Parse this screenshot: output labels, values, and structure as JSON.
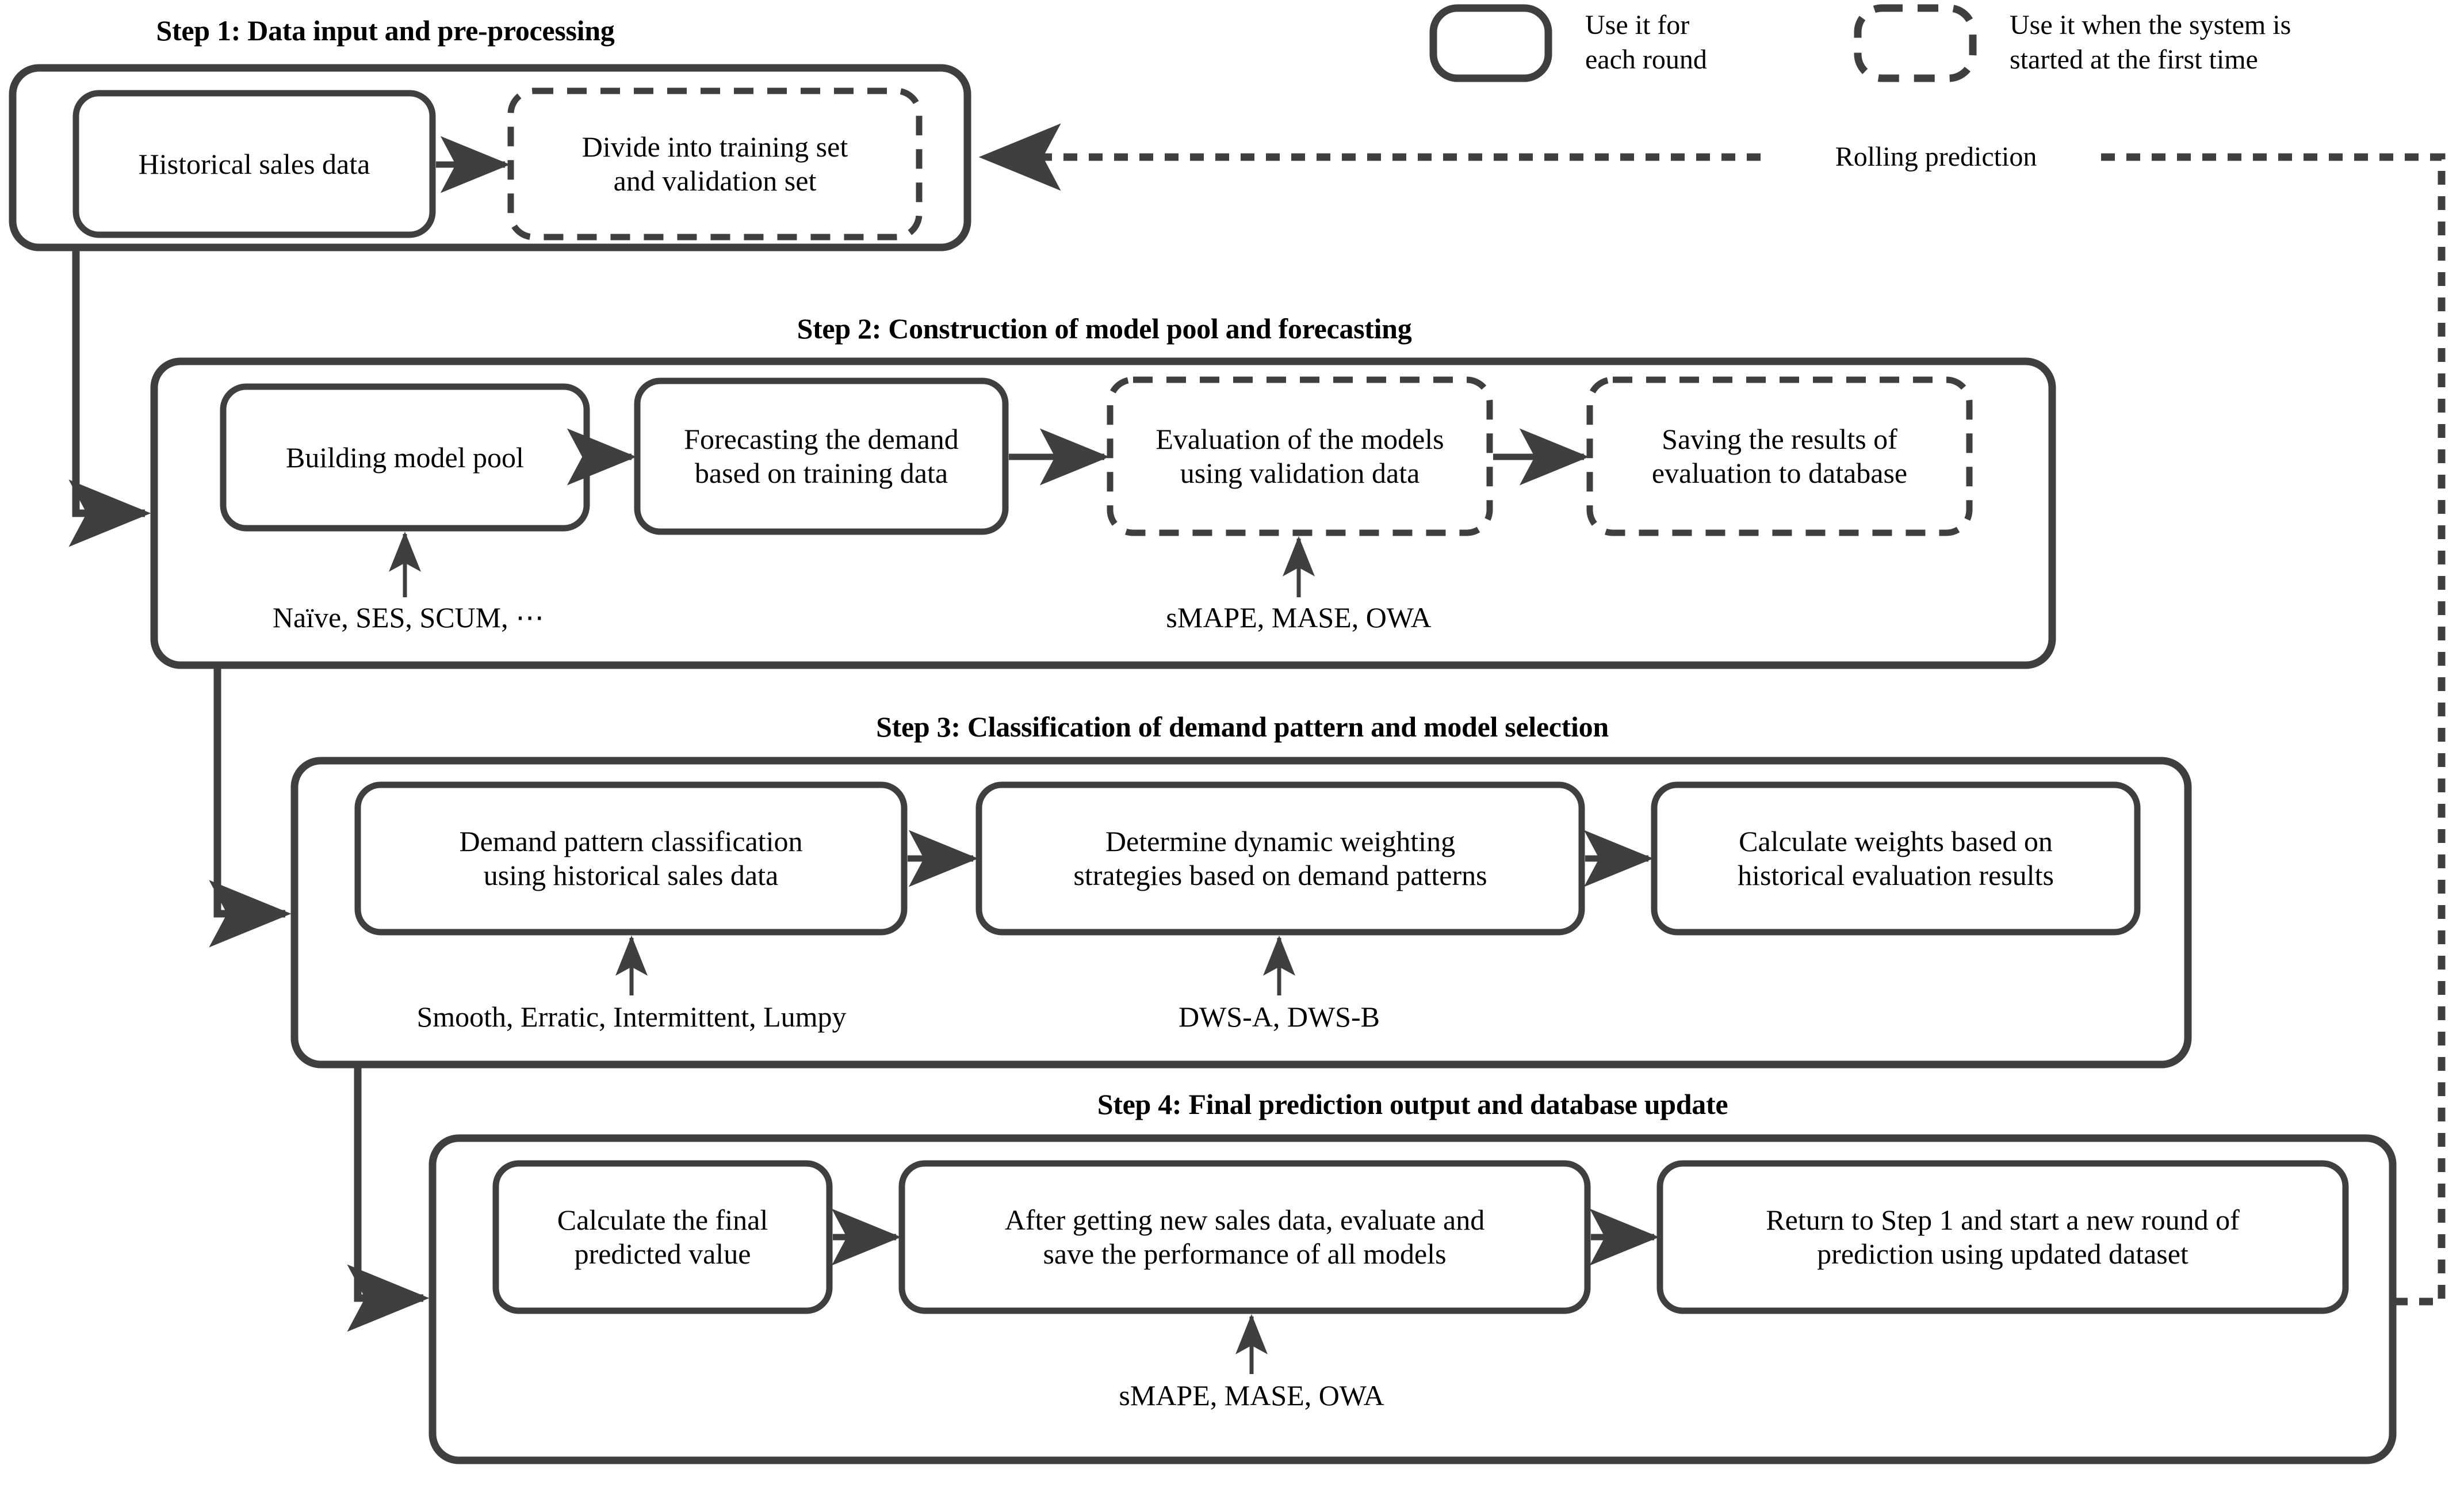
{
  "diagram": {
    "title": "Rolling prediction framework flowchart",
    "colors": {
      "outline_dark": "#3f3f3f",
      "text": "#000000",
      "background": "#ffffff"
    }
  },
  "legend": {
    "solid_label": "Use it for\neach round",
    "dashed_label": "Use it when the system is\nstarted at the first time"
  },
  "edges": {
    "rolling_prediction": "Rolling prediction"
  },
  "steps": [
    {
      "id": "step1",
      "title": "Step 1: Data input and pre-processing",
      "boxes": [
        {
          "id": "s1b1",
          "label": "Historical  sales data",
          "style": "solid"
        },
        {
          "id": "s1b2",
          "label": "Divide into training set\nand validation set",
          "style": "dashed"
        }
      ],
      "annotations": []
    },
    {
      "id": "step2",
      "title": "Step 2: Construction of model pool and forecasting",
      "boxes": [
        {
          "id": "s2b1",
          "label": "Building model pool",
          "style": "solid"
        },
        {
          "id": "s2b2",
          "label": "Forecasting the demand\nbased on training data",
          "style": "solid"
        },
        {
          "id": "s2b3",
          "label": "Evaluation of the models\nusing validation data",
          "style": "dashed"
        },
        {
          "id": "s2b4",
          "label": "Saving the results of\nevaluation to database",
          "style": "dashed"
        }
      ],
      "annotations": [
        {
          "id": "s2a1",
          "label": "Naïve, SES, SCUM, ⋯"
        },
        {
          "id": "s2a2",
          "label": "sMAPE, MASE, OWA"
        }
      ]
    },
    {
      "id": "step3",
      "title": "Step 3: Classification of demand pattern and model selection",
      "boxes": [
        {
          "id": "s3b1",
          "label": "Demand pattern classification\nusing historical sales data",
          "style": "solid"
        },
        {
          "id": "s3b2",
          "label": "Determine dynamic weighting\nstrategies based on demand patterns",
          "style": "solid"
        },
        {
          "id": "s3b3",
          "label": "Calculate weights based on\nhistorical evaluation results",
          "style": "solid"
        }
      ],
      "annotations": [
        {
          "id": "s3a1",
          "label": "Smooth, Erratic, Intermittent, Lumpy"
        },
        {
          "id": "s3a2",
          "label": "DWS-A, DWS-B"
        }
      ]
    },
    {
      "id": "step4",
      "title": "Step 4: Final prediction output and database update",
      "boxes": [
        {
          "id": "s4b1",
          "label": "Calculate the final\npredicted value",
          "style": "solid"
        },
        {
          "id": "s4b2",
          "label": "After getting new sales data, evaluate and\nsave the performance of  all models",
          "style": "solid"
        },
        {
          "id": "s4b3",
          "label": "Return to Step 1 and start a new round of\nprediction using updated dataset",
          "style": "solid"
        }
      ],
      "annotations": [
        {
          "id": "s4a1",
          "label": "sMAPE, MASE, OWA"
        }
      ]
    }
  ]
}
